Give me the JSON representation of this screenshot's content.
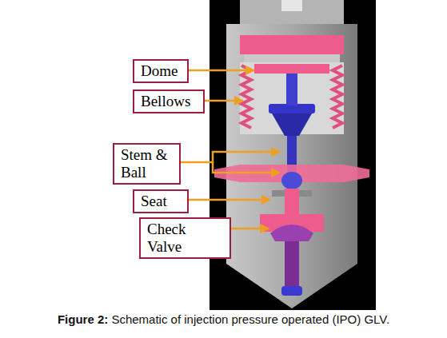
{
  "diagram": {
    "caption": "Figure 2: Schematic of injection pressure operated (IPO) GLV.",
    "nodes": [
      {
        "text": [
          "Dome"
        ]
      },
      {
        "text": [
          "Bellows"
        ]
      },
      {
        "text": [
          "Stem & Ball"
        ]
      },
      {
        "text": [
          "Seat"
        ]
      },
      {
        "text": [
          "Check Valve"
        ]
      }
    ]
  }
}
